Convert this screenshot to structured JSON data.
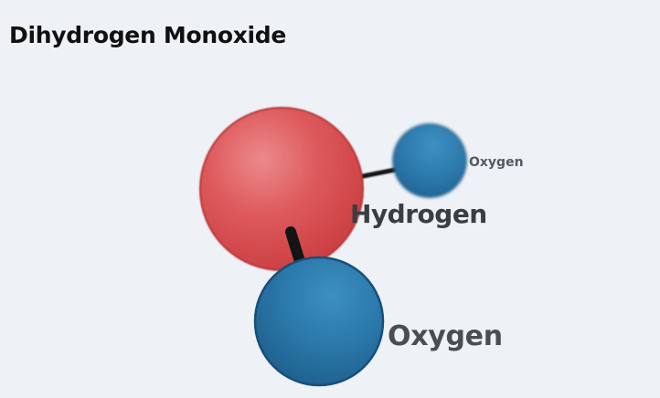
{
  "title": "Dihydrogen Monoxide",
  "colors": {
    "background": "#eef1f5",
    "hydrogen_atom": "#d84a4a",
    "oxygen_atom": "#2a77a8",
    "bond": "#111111"
  },
  "atoms": [
    {
      "id": "small-oxygen",
      "label": "Oxygen",
      "color": "#2a77a8"
    },
    {
      "id": "hydrogen",
      "label": "Hydrogen",
      "color": "#d84a4a"
    },
    {
      "id": "large-oxygen",
      "label": "Oxygen",
      "color": "#2a77a8"
    }
  ],
  "bonds": [
    {
      "from": "hydrogen",
      "to": "small-oxygen"
    },
    {
      "from": "hydrogen",
      "to": "large-oxygen"
    }
  ]
}
